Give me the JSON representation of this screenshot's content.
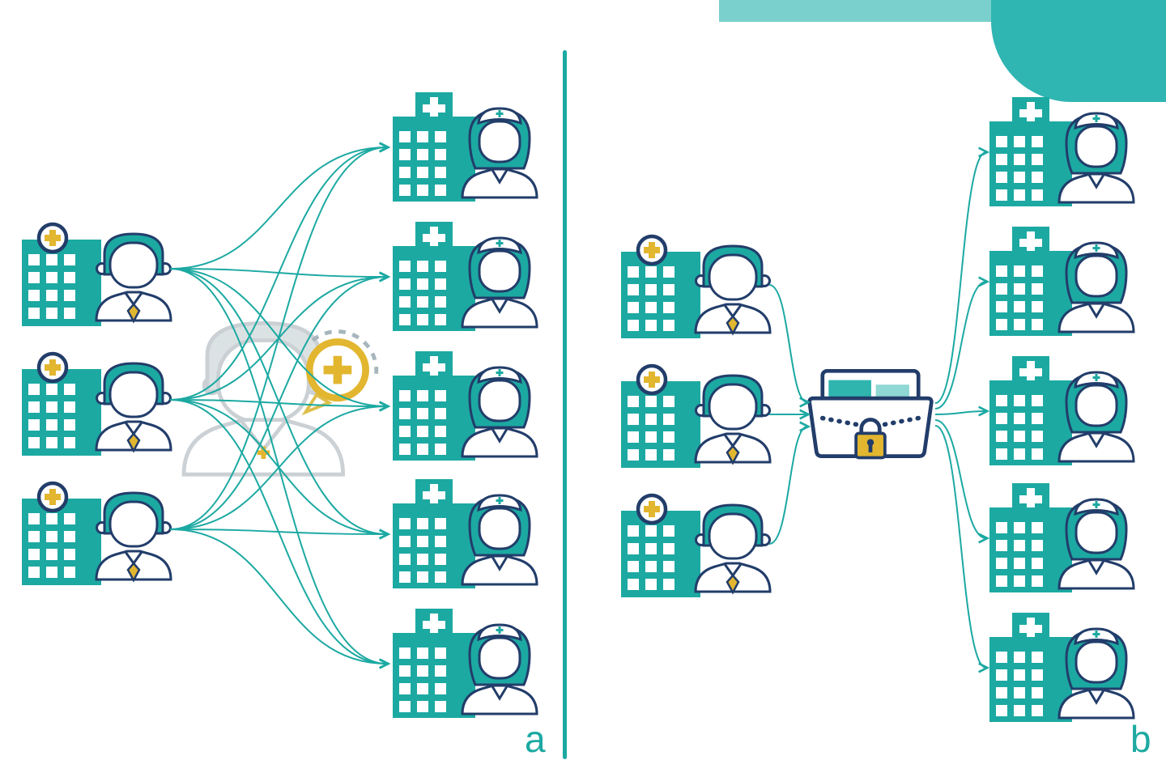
{
  "page": {
    "background": "#FFFFFF"
  },
  "decoration": {
    "top_bar_color": "#7AD0CD",
    "corner_color": "#2FB5B2"
  },
  "panels": {
    "a": {
      "label": "a",
      "senders": [
        {
          "icon": "hospital-doctor"
        },
        {
          "icon": "hospital-doctor"
        },
        {
          "icon": "hospital-doctor"
        }
      ],
      "receivers": [
        {
          "icon": "hospital-nurse"
        },
        {
          "icon": "hospital-nurse"
        },
        {
          "icon": "hospital-nurse"
        },
        {
          "icon": "hospital-nurse"
        },
        {
          "icon": "hospital-nurse"
        }
      ],
      "hub": {
        "icon": "doctor-with-medical-search-bubble"
      },
      "connections": "full-mesh: each of 3 senders linked to each of 5 receivers"
    },
    "b": {
      "label": "b",
      "senders": [
        {
          "icon": "hospital-doctor"
        },
        {
          "icon": "hospital-doctor"
        },
        {
          "icon": "hospital-doctor"
        }
      ],
      "receivers": [
        {
          "icon": "hospital-nurse"
        },
        {
          "icon": "hospital-nurse"
        },
        {
          "icon": "hospital-nurse"
        },
        {
          "icon": "hospital-nurse"
        },
        {
          "icon": "hospital-nurse"
        }
      ],
      "hub": {
        "icon": "locked-folder"
      },
      "connections": "hub-and-spoke: 3 senders into locked folder, folder out to 5 receivers"
    }
  },
  "colors": {
    "teal": "#1CA9A2",
    "teal_light": "#7AD0CD",
    "teal_corner": "#2FB5B2",
    "navy": "#223D6A",
    "gold": "#E2B62F",
    "gray": "#97A3AB",
    "background": "#FFFFFF"
  }
}
